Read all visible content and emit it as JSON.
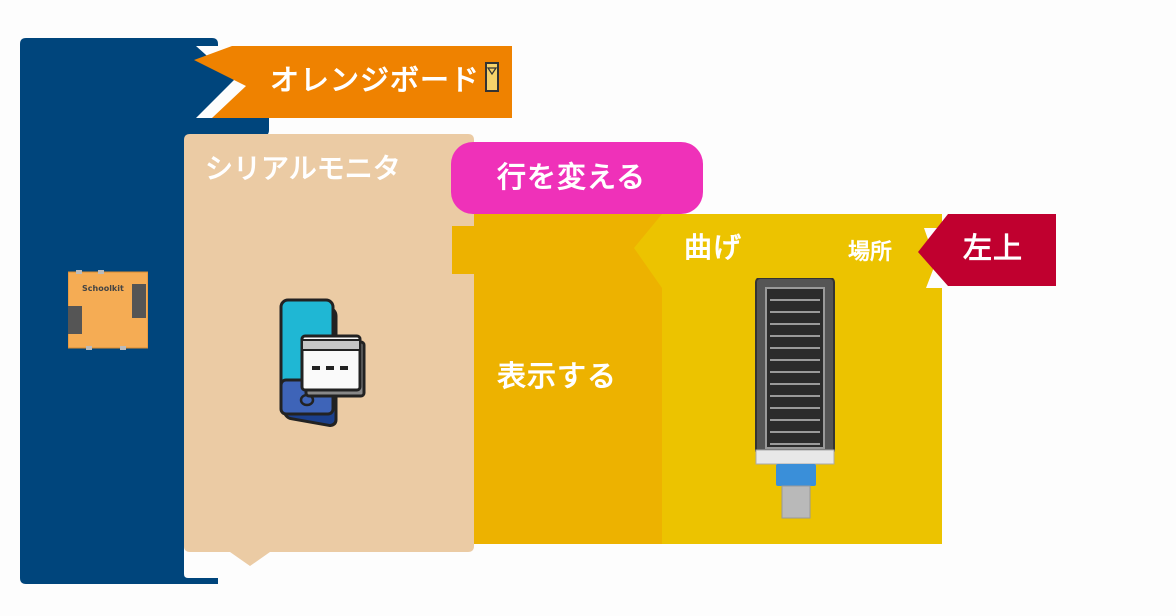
{
  "board_block": {
    "board_label": "オレンジボード",
    "dropdown_icon": "triangle-down-icon",
    "chip_text": "Schoolkit",
    "color": "#00457c"
  },
  "serial_block": {
    "label": "シリアルモニタ",
    "icon": "phone-card-icon",
    "color": "#ebcba4"
  },
  "newline_block": {
    "label": "行を変える",
    "color": "#ef31b9"
  },
  "display_block": {
    "label": "表示する",
    "color": "#edb200"
  },
  "bend_block": {
    "label": "曲げ",
    "place_label": "場所",
    "icon": "bend-sensor-icon",
    "color": "#ecc300"
  },
  "position_block": {
    "label": "左上",
    "color": "#c0002f"
  },
  "board_color": "#ef8200"
}
